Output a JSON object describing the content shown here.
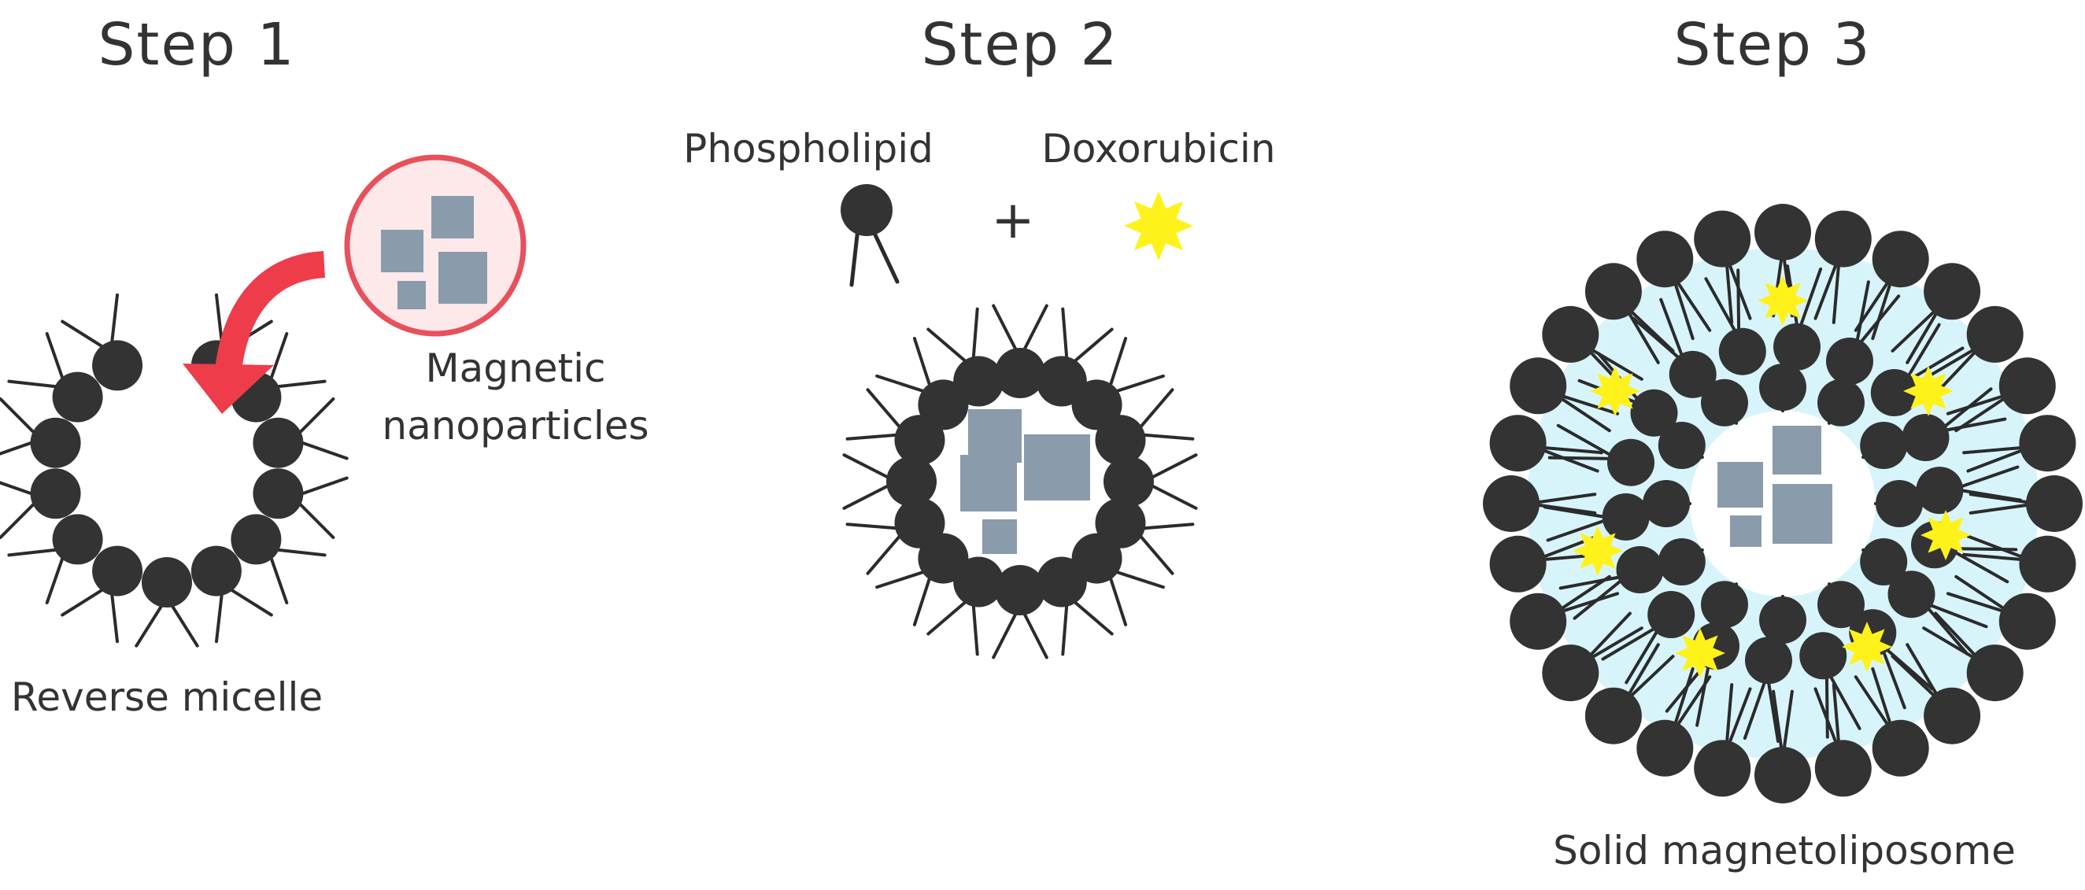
{
  "diagram": {
    "steps": [
      {
        "title": "Step 1",
        "labels": {
          "structure": "Reverse micelle",
          "inset_line1": "Magnetic",
          "inset_line2": "nanoparticles"
        }
      },
      {
        "title": "Step 2",
        "labels": {
          "lipid": "Phospholipid",
          "drug": "Doxorubicin",
          "plus": "+"
        }
      },
      {
        "title": "Step 3",
        "labels": {
          "structure": "Solid magnetoliposome"
        }
      }
    ]
  },
  "colors": {
    "lipid_head": "#333333",
    "lipid_tail": "#2b2b2b",
    "nanoparticle": "#8a9bab",
    "drug": "#fff21a",
    "arrow": "#ee3c4b",
    "inset_ring": "#e8505b",
    "inset_fill": "#fde8ea",
    "bilayer_fill": "#d8f4fb",
    "text": "#333333"
  },
  "icons": {
    "lipid": "phospholipid-icon",
    "drug": "doxorubicin-star-icon",
    "nanoparticle": "nanoparticle-square-icon",
    "arrow": "curved-arrow-icon"
  }
}
